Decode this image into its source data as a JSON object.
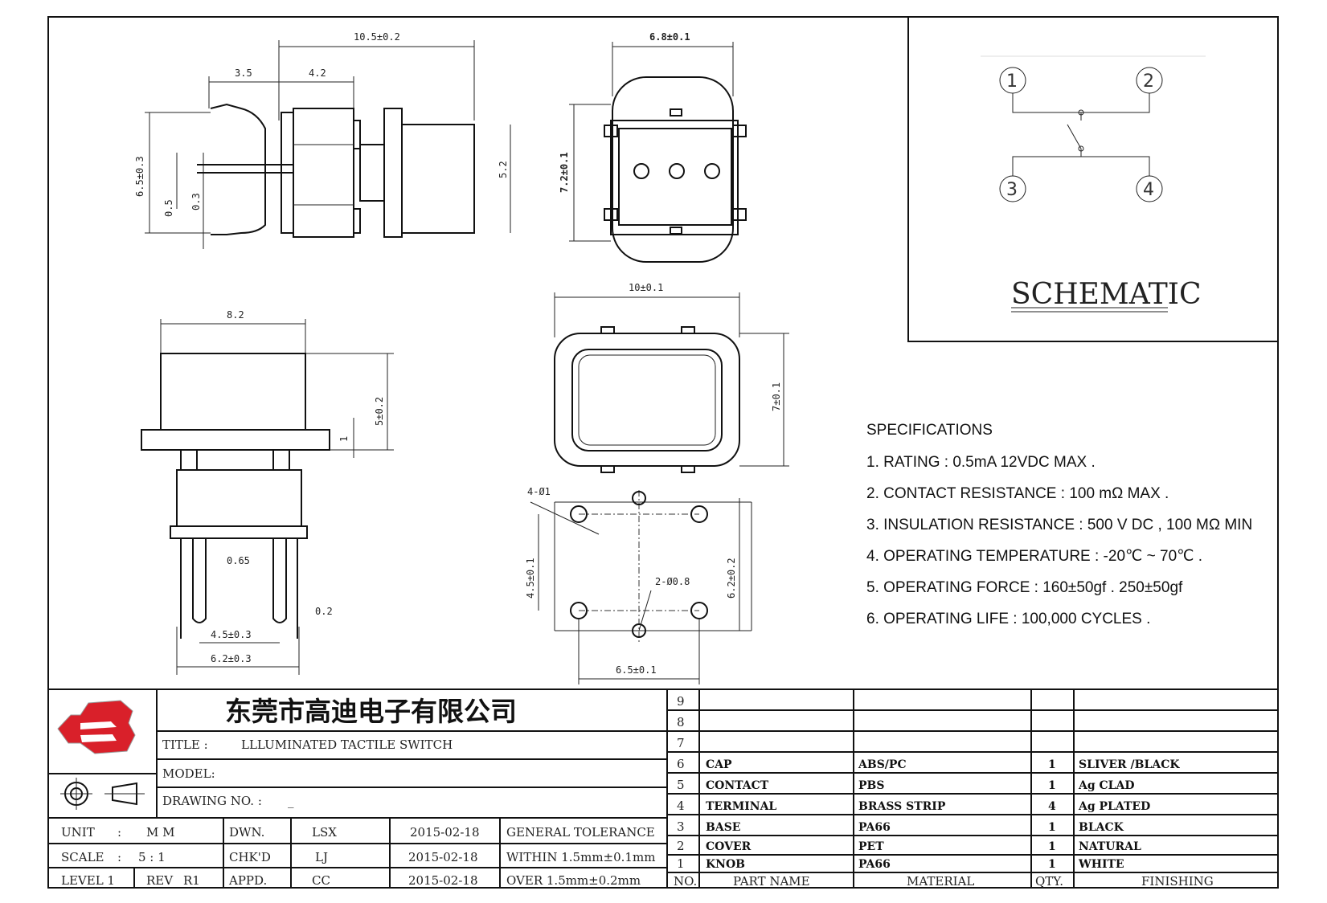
{
  "company_name": "东莞市高迪电子有限公司",
  "title_row": {
    "label": "TITLE :",
    "value": "LLLUMINATED TACTILE SWITCH"
  },
  "model_row": {
    "label": "MODEL:"
  },
  "drawing_no_row": {
    "label": "DRAWING NO. :",
    "value": "_"
  },
  "info_rows": [
    {
      "a": "UNIT",
      "b": ":",
      "c": "M M",
      "role": "DWN.",
      "who": "LSX",
      "date": "2015-02-18",
      "tol": "GENERAL TOLERANCE"
    },
    {
      "a": "SCALE",
      "b": ":",
      "c": "5 : 1",
      "role": "CHK'D",
      "who": "LJ",
      "date": "2015-02-18",
      "tol": "WITHIN 1.5mm±0.1mm"
    },
    {
      "a": "LEVEL 1",
      "b": "REV",
      "c": "R1",
      "role": "APPD.",
      "who": "CC",
      "date": "2015-02-18",
      "tol": "OVER   1.5mm±0.2mm"
    }
  ],
  "bom_header": {
    "no": "NO.",
    "part": "PART  NAME",
    "material": "MATERIAL",
    "qty": "QTY.",
    "finishing": "FINISHING"
  },
  "bom_rows": [
    {
      "no": "9",
      "part": "",
      "material": "",
      "qty": "",
      "finishing": ""
    },
    {
      "no": "8",
      "part": "",
      "material": "",
      "qty": "",
      "finishing": ""
    },
    {
      "no": "7",
      "part": "",
      "material": "",
      "qty": "",
      "finishing": ""
    },
    {
      "no": "6",
      "part": "CAP",
      "material": "ABS/PC",
      "qty": "1",
      "finishing": "SLIVER /BLACK"
    },
    {
      "no": "5",
      "part": "CONTACT",
      "material": "PBS",
      "qty": "1",
      "finishing": "Ag CLAD"
    },
    {
      "no": "4",
      "part": "TERMINAL",
      "material": "BRASS STRIP",
      "qty": "4",
      "finishing": "Ag PLATED"
    },
    {
      "no": "3",
      "part": "BASE",
      "material": "PA66",
      "qty": "1",
      "finishing": "BLACK"
    },
    {
      "no": "2",
      "part": "COVER",
      "material": "PET",
      "qty": "1",
      "finishing": "NATURAL"
    },
    {
      "no": "1",
      "part": "KNOB",
      "material": "PA66",
      "qty": "1",
      "finishing": "WHITE"
    }
  ],
  "schematic": {
    "label": "SCHEMATIC",
    "pins": [
      "1",
      "2",
      "3",
      "4"
    ]
  },
  "specifications": {
    "heading": "SPECIFICATIONS",
    "items": [
      "1. RATING : 0.5mA 12VDC MAX .",
      "2. CONTACT RESISTANCE : 100 mΩ MAX .",
      "3. INSULATION RESISTANCE : 500 V DC , 100 MΩ MIN",
      "4. OPERATING TEMPERATURE : -20℃ ~ 70℃ .",
      "5. OPERATING FORCE : 160±50gf . 250±50gf",
      "6. OPERATING LIFE : 100,000 CYCLES ."
    ]
  },
  "dimensions": {
    "side_total": "10.5±0.2",
    "side_a": "3.5",
    "side_b": "4.2",
    "side_height": "6.5±0.3",
    "side_pin_a": "0.5",
    "side_pin_b": "0.3",
    "side_cap": "5.2",
    "top_width": "6.8±0.1",
    "top_height": "7.2±0.1",
    "front_width": "8.2",
    "front_height": "5±0.2",
    "front_flange": "1",
    "front_pin": "0.65",
    "front_pin_t": "0.2",
    "front_pitch": "4.5±0.3",
    "front_span": "6.2±0.3",
    "cap_width": "10±0.1",
    "cap_height": "7±0.1",
    "pcb_holes_a": "4-Ø1",
    "pcb_holes_b": "2-Ø0.8",
    "pcb_vert": "4.5±0.1",
    "pcb_vert2": "6.2±0.2",
    "pcb_horiz": "6.5±0.1"
  }
}
